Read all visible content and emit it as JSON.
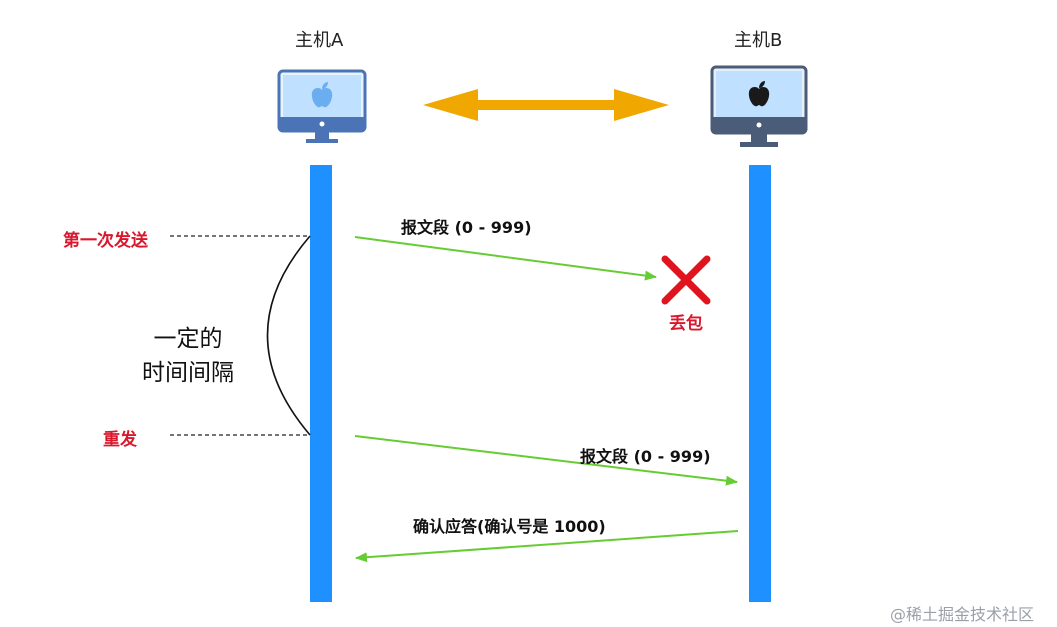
{
  "hosts": {
    "a_label": "主机A",
    "b_label": "主机B"
  },
  "events": {
    "first_send": "第一次发送",
    "resend": "重发",
    "lost": "丢包"
  },
  "messages": {
    "segment_first": "报文段 (0 - 999)",
    "segment_resend": "报文段 (0 - 999)",
    "ack": "确认应答(确认号是 1000)"
  },
  "interval": {
    "line1": "一定的",
    "line2": "时间间隔"
  },
  "watermark": "@稀土掘金技术社区",
  "colors": {
    "timeline": "#1e90ff",
    "arrow": "#66cc33",
    "link_arrow": "#f0a800",
    "loss_mark": "#e0141e",
    "event_text": "#d9182d"
  },
  "icons": {
    "host_a": "computer-icon",
    "host_b": "computer-icon",
    "loss": "cross-icon"
  }
}
